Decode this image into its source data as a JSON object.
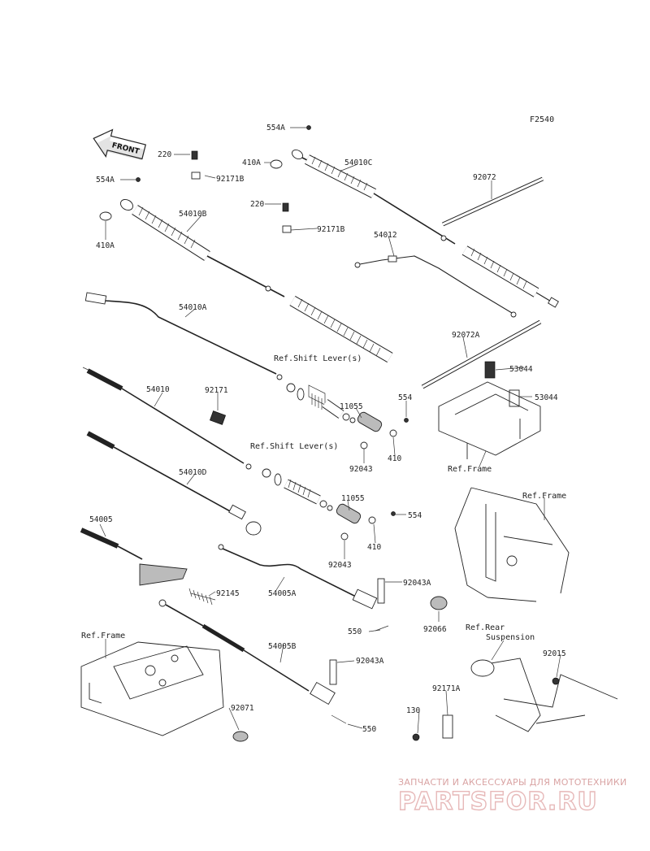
{
  "figure_code": "F2540",
  "front_arrow_label": "FRONT",
  "ref_labels": {
    "shift_lever_1": "Ref.Shift Lever(s)",
    "shift_lever_2": "Ref.Shift Lever(s)",
    "frame_right_lower": "Ref.Frame",
    "frame_right_upper": "Ref.Frame",
    "frame_left": "Ref.Frame",
    "rear_suspension_line1": "Ref.Rear",
    "rear_suspension_line2": "Suspension"
  },
  "callouts": {
    "c554A_top": "554A",
    "c220_a": "220",
    "c410A_a": "410A",
    "c54010C": "54010C",
    "c554A_left": "554A",
    "c92171B_a": "92171B",
    "c220_b": "220",
    "c92072": "92072",
    "c54010B": "54010B",
    "c92171B_b": "92171B",
    "c410A_b": "410A",
    "c54012": "54012",
    "c54010A": "54010A",
    "c92072A": "92072A",
    "c53044_a": "53044",
    "c53044_b": "53044",
    "c11055_a": "11055",
    "c554_a": "554",
    "c54010": "54010",
    "c92171": "92171",
    "c410_a": "410",
    "c92043_a": "92043",
    "c54010D": "54010D",
    "c11055_b": "11055",
    "c554_b": "554",
    "c54005": "54005",
    "c410_b": "410",
    "c92043_b": "92043",
    "c92145": "92145",
    "c54005A": "54005A",
    "c92043A_a": "92043A",
    "c550_a": "550",
    "c92066": "92066",
    "c54005B": "54005B",
    "c92043A_b": "92043A",
    "c92015": "92015",
    "c92171A": "92171A",
    "c92071": "92071",
    "c130": "130",
    "c550_b": "550"
  },
  "watermark": {
    "line1": "ЗАПЧАСТИ И АКСЕССУАРЫ ДЛЯ МОТОТЕХНИКИ",
    "line2": "PARTSFOR.RU"
  }
}
